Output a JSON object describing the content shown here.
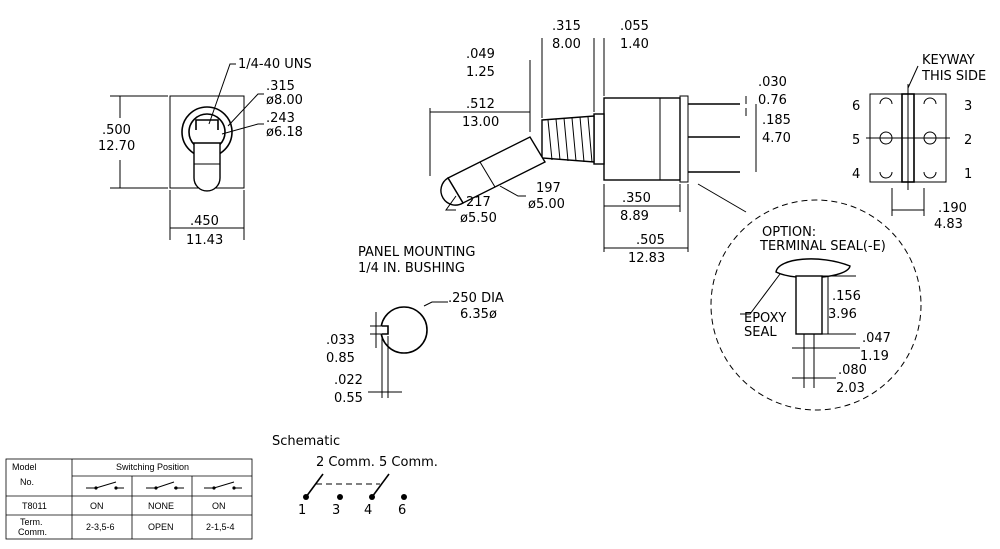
{
  "front_view": {
    "thread": "1/4-40 UNS",
    "d_outer_in": ".315",
    "d_outer_mm": "ø8.00",
    "d_inner_in": ".243",
    "d_inner_mm": "ø6.18",
    "height_in": ".500",
    "height_mm": "12.70",
    "width_in": ".450",
    "width_mm": "11.43"
  },
  "side_view": {
    "bushing_len_in": ".315",
    "bushing_len_mm": "8.00",
    "flange_in": ".055",
    "flange_mm": "1.40",
    "gap_in": ".049",
    "gap_mm": "1.25",
    "lever_in": ".512",
    "lever_mm": "13.00",
    "term_thick_in": ".030",
    "term_thick_mm": "0.76",
    "term_pitch_in": ".185",
    "term_pitch_mm": "4.70",
    "tip_in": "217",
    "tip_mm": "ø5.50",
    "handle_in": "197",
    "handle_mm": "ø5.00",
    "body_in": ".350",
    "body_mm": "8.89",
    "overall_in": ".505",
    "overall_mm": "12.83"
  },
  "rear_view": {
    "keyway_1": "KEYWAY",
    "keyway_2": "THIS SIDE",
    "pins": [
      "6",
      "3",
      "5",
      "2",
      "4",
      "1"
    ],
    "spacing_in": ".190",
    "spacing_mm": "4.83"
  },
  "panel": {
    "title_1": "PANEL MOUNTING",
    "title_2": "1/4 IN. BUSHING",
    "dia_in": ".250 DIA",
    "dia_mm": "6.35ø",
    "key_w_in": ".033",
    "key_w_mm": "0.85",
    "key_d_in": ".022",
    "key_d_mm": "0.55"
  },
  "option": {
    "title_1": "OPTION:",
    "title_2": "TERMINAL SEAL(-E)",
    "epoxy_1": "EPOXY",
    "epoxy_2": "SEAL",
    "h_in": ".156",
    "h_mm": "3.96",
    "w_in": ".047",
    "w_mm": "1.19",
    "w2_in": ".080",
    "w2_mm": "2.03"
  },
  "table": {
    "model_1": "Model",
    "model_2": "No.",
    "switching": "Switching Position",
    "model_no": "T8011",
    "row1": [
      "ON",
      "NONE",
      "ON"
    ],
    "term_1": "Term.",
    "term_2": "Comm.",
    "row2": [
      "2-3,5-6",
      "OPEN",
      "2-1,5-4"
    ]
  },
  "schematic": {
    "title": "Schematic",
    "comm": "2  Comm.  5  Comm.",
    "pins": [
      "1",
      "3",
      "4",
      "6"
    ]
  }
}
